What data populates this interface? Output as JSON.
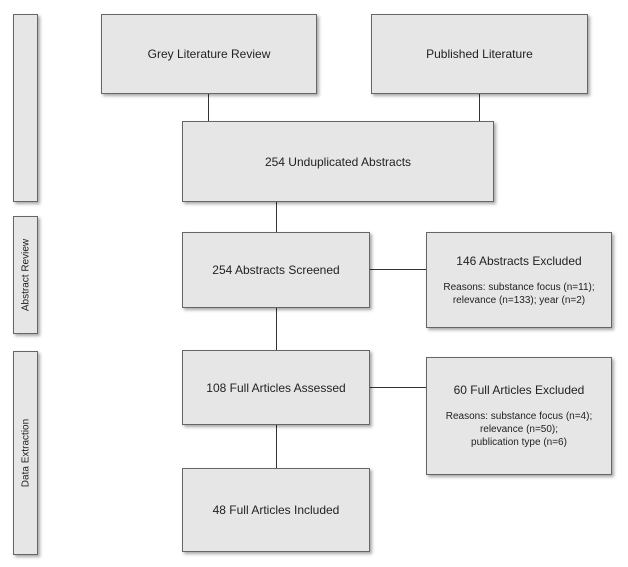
{
  "stages": {
    "stage1": "",
    "abstract_review": "Abstract Review",
    "data_extraction": "Data Extraction"
  },
  "boxes": {
    "grey_literature": "Grey Literature Review",
    "published_literature": "Published Literature",
    "unduplicated": "254 Unduplicated Abstracts",
    "screened": "254 Abstracts Screened",
    "full_assessed": "108 Full Articles Assessed",
    "included": "48 Full Articles Included"
  },
  "exclusions": {
    "abstracts": {
      "title": "146 Abstracts Excluded",
      "line1": "Reasons: substance focus (n=11);",
      "line2": "relevance (n=133); year (n=2)"
    },
    "full_articles": {
      "title": "60 Full Articles Excluded",
      "line1": "Reasons: substance focus (n=4);",
      "line2": "relevance (n=50);",
      "line3": "publication type (n=6)"
    }
  }
}
